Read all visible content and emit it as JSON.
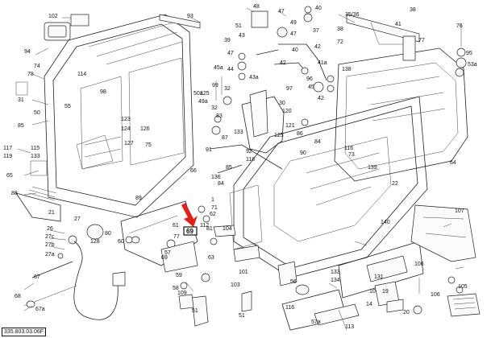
{
  "diagram": {
    "reference_code": "335.803.03.06F",
    "highlighted_part": "69",
    "arrow_color": "#e0201b",
    "part_numbers": [
      "102",
      "93",
      "48",
      "47",
      "40",
      "35/36",
      "38",
      "51",
      "43",
      "39",
      "49",
      "47",
      "37",
      "41",
      "40",
      "38",
      "72",
      "77",
      "76",
      "95",
      "53a",
      "42",
      "41a",
      "42",
      "138",
      "94",
      "47",
      "44",
      "43a",
      "96",
      "97",
      "45a",
      "45",
      "42",
      "74",
      "78",
      "31",
      "50a",
      "49a",
      "32",
      "30",
      "120",
      "114",
      "98",
      "99",
      "32",
      "50",
      "125",
      "85",
      "83",
      "121",
      "55",
      "133",
      "87",
      "125",
      "123",
      "124",
      "126",
      "127",
      "75",
      "86",
      "84",
      "116",
      "117",
      "119",
      "115",
      "65",
      "91",
      "92",
      "118",
      "133",
      "90",
      "85",
      "73",
      "64",
      "66",
      "136",
      "89",
      "84",
      "139",
      "88",
      "1",
      "22",
      "71",
      "62",
      "61",
      "81",
      "69",
      "57",
      "77",
      "63",
      "21",
      "112",
      "104",
      "26",
      "27",
      "140",
      "27c",
      "27b",
      "27a",
      "128",
      "80",
      "60",
      "107",
      "101",
      "103",
      "133",
      "134",
      "106",
      "131",
      "59",
      "58",
      "10",
      "19",
      "14",
      "106",
      "105",
      "67",
      "68",
      "67a",
      "109",
      "51",
      "56",
      "116",
      "20",
      "113",
      "57a",
      "51"
    ]
  }
}
